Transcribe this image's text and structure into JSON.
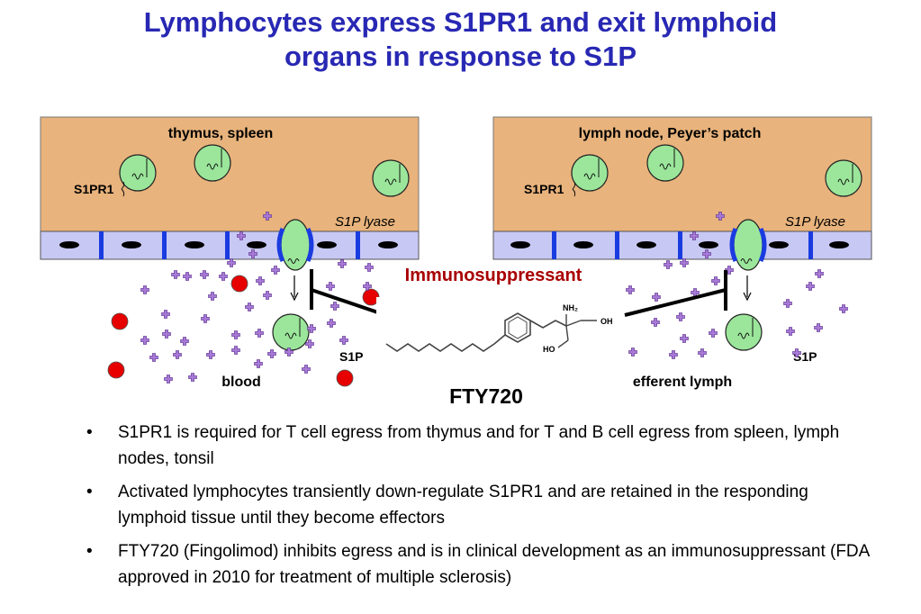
{
  "title": {
    "line1": "Lymphocytes express S1PR1 and exit lymphoid",
    "line2": "organs in response to S1P"
  },
  "left_panel": {
    "heading": "thymus, spleen",
    "receptor_label": "S1PR1",
    "lyase_label": "S1P lyase",
    "fluid_label": "blood",
    "s1p_label": "S1P"
  },
  "right_panel": {
    "heading": "lymph node, Peyer’s patch",
    "receptor_label": "S1PR1",
    "lyase_label": "S1P lyase",
    "fluid_label": "efferent lymph",
    "s1p_label": "S1P"
  },
  "drug": {
    "effect_label": "Immunosuppressant",
    "name": "FTY720",
    "nh2_label": "NH₂",
    "oh_right": "OH",
    "ho_left": "HO"
  },
  "bullets": [
    "S1PR1 is required for T cell egress from thymus and for T and B cell egress from spleen, lymph nodes, tonsil",
    "Activated lymphocytes transiently down-regulate S1PR1 and are retained in the responding lymphoid tissue until they become effectors",
    "FTY720 (Fingolimod) inhibits egress and is in clinical development as an immunosuppressant (FDA approved in 2010 for treatment of multiple sclerosis)"
  ],
  "bullet_symbol": "•",
  "colors": {
    "title": "#2828b4",
    "tissue": "#e8b37c",
    "endothelium": "#c8c8f5",
    "junction": "#1a3be0",
    "cell": "#9be69b",
    "s1p_plus": "#a67ad6",
    "rbc": "#e60000",
    "immunosuppressant": "#a80000"
  }
}
